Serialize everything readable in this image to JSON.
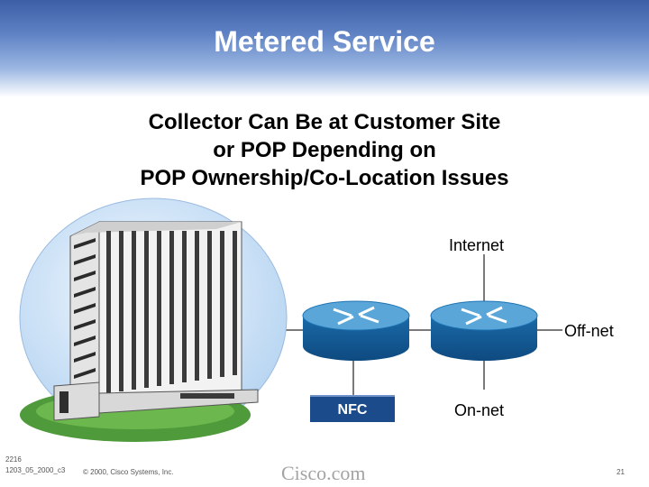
{
  "header": {
    "title": "Metered Service"
  },
  "subtitle": {
    "lines": [
      "Collector Can Be at Customer Site",
      "or POP Depending on",
      "POP Ownership/Co-Location Issues"
    ]
  },
  "diagram": {
    "labels": {
      "internet": "Internet",
      "off_net": "Off-net",
      "on_net": "On-net",
      "nfc": "NFC"
    },
    "colors": {
      "router_body": "#1f74b4",
      "router_top": "#5aa6d8",
      "globe_bg": "#d7e8f8",
      "lawn": "#4f9a3a",
      "link": "#7a7a7a"
    }
  },
  "footer": {
    "code_line1": "2216",
    "code_line2": "1203_05_2000_c3",
    "copyright": "© 2000, Cisco Systems, Inc.",
    "logo": "Cisco.com",
    "page_number": "21"
  }
}
